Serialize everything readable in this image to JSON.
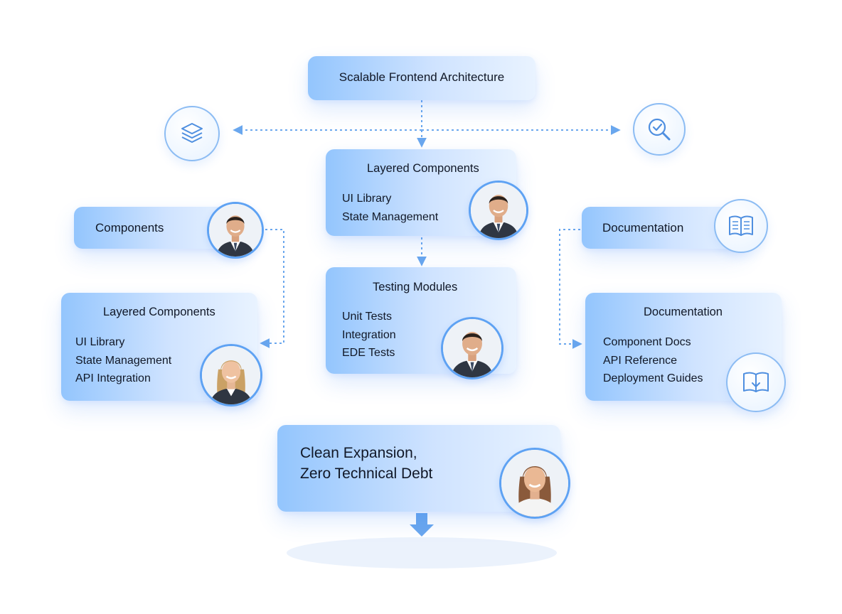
{
  "top": {
    "title": "Scalable Frontend Architecture"
  },
  "center_main": {
    "title": "Layered Components",
    "items": [
      "UI Library",
      "State Management"
    ]
  },
  "center_testing": {
    "title": "Testing Modules",
    "items": [
      "Unit Tests",
      "Integration",
      "EDE Tests"
    ]
  },
  "left_small": {
    "title": "Components"
  },
  "left_large": {
    "title": "Layered Components",
    "items": [
      "UI Library",
      "State Management",
      "API Integration"
    ]
  },
  "right_small": {
    "title": "Documentation"
  },
  "right_large": {
    "title": "Documentation",
    "items": [
      "Component Docs",
      "API Reference",
      "Deployment Guides"
    ]
  },
  "bottom": {
    "lines": [
      "Clean Expansion,",
      "Zero Technical Debt"
    ]
  },
  "icons": {
    "top_left": "layers-icon",
    "top_right": "search-check-icon",
    "right_small": "open-book-icon",
    "right_large": "book-download-icon"
  },
  "colors": {
    "box_start": "#93c5fd",
    "box_end": "#e9f3ff",
    "accent": "#5ea2f3",
    "connector": "#6aa7ee"
  }
}
